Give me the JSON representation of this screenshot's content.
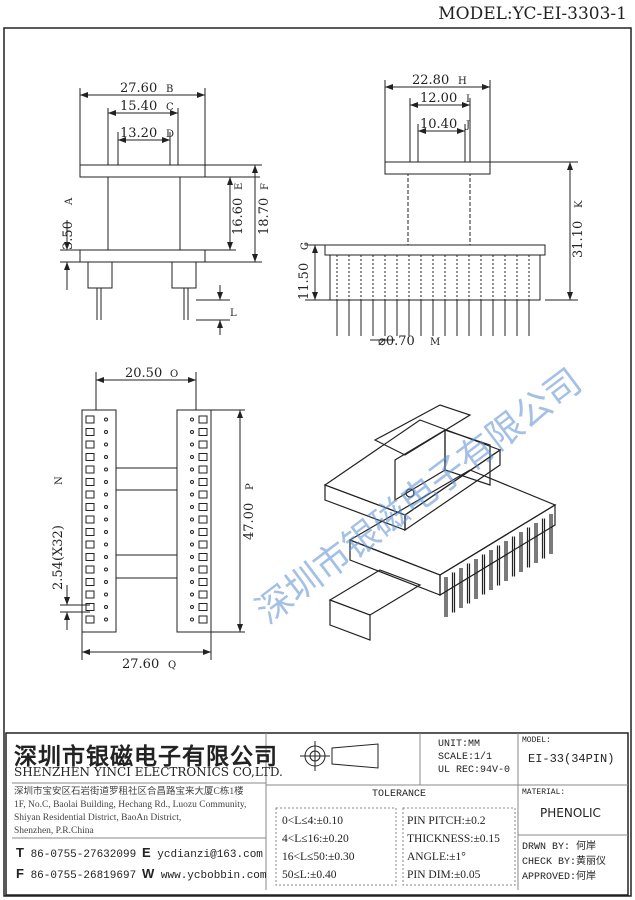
{
  "header": {
    "model_title": "MODEL:YC-EI-3303-1"
  },
  "front_view": {
    "dim_b": "27.60",
    "label_b": "B",
    "dim_c": "15.40",
    "label_c": "C",
    "dim_d": "13.20",
    "label_d": "D",
    "dim_e": "16.60",
    "label_e": "E",
    "dim_f": "18.70",
    "label_f": "F",
    "dim_a": "3.50",
    "label_a": "A",
    "label_l": "L"
  },
  "side_view": {
    "dim_h": "22.80",
    "label_h": "H",
    "dim_i": "12.00",
    "label_i": "I",
    "dim_j": "10.40",
    "label_j": "J",
    "dim_k": "31.10",
    "label_k": "K",
    "dim_g": "11.50",
    "label_g": "G",
    "dim_m": "⌀0.70",
    "label_m": "M"
  },
  "bottom_view": {
    "dim_o": "20.50",
    "label_o": "O",
    "dim_n": "2.54(X32)",
    "label_n": "N",
    "dim_p": "47.00",
    "label_p": "P",
    "dim_q": "27.60",
    "label_q": "Q"
  },
  "watermark": "深圳市银磁电子有限公司",
  "title_block": {
    "company_cn": "深圳市银磁电子有限公司",
    "company_en": "SHENZHEN YINCI ELECTRONICS CO,LTD.",
    "address": [
      "深圳市宝安区石岩街道罗租社区合昌路宝来大厦C栋1楼",
      "1F, No.C, Baolai Building, Hechang Rd., Luozu Community,",
      "Shiyan Residential District, BaoAn District,",
      "Shenzhen, P.R.China"
    ],
    "tel_label": "T",
    "tel": "86-0755-27632099",
    "fax_label": "F",
    "fax": "86-0755-26819697",
    "email_label": "E",
    "email": "ycdianzi@163.com",
    "web_label": "W",
    "web": "www.ycbobbin.com",
    "unit": "UNIT:MM",
    "scale": "SCALE:1/1",
    "ul": "UL REC:94V-0",
    "model_label": "MODEL:",
    "model": "EI-33(34PIN)",
    "material_label": "MATERIAL:",
    "material": "PHENOLIC",
    "tolerance_title": "TOLERANCE",
    "tolerance_left": [
      "0<L≤4:±0.10",
      "4<L≤16:±0.20",
      "16<L≤50:±0.30",
      "50≤L:±0.40"
    ],
    "tolerance_right": [
      "PIN PITCH:±0.2",
      "THICKNESS:±0.15",
      "ANGLE:±1°",
      "PIN DIM:±0.05"
    ],
    "drawn": "DRWN BY: 何岸",
    "check": "CHECK BY:黄丽仪",
    "approved": "APPROVED:何岸"
  }
}
